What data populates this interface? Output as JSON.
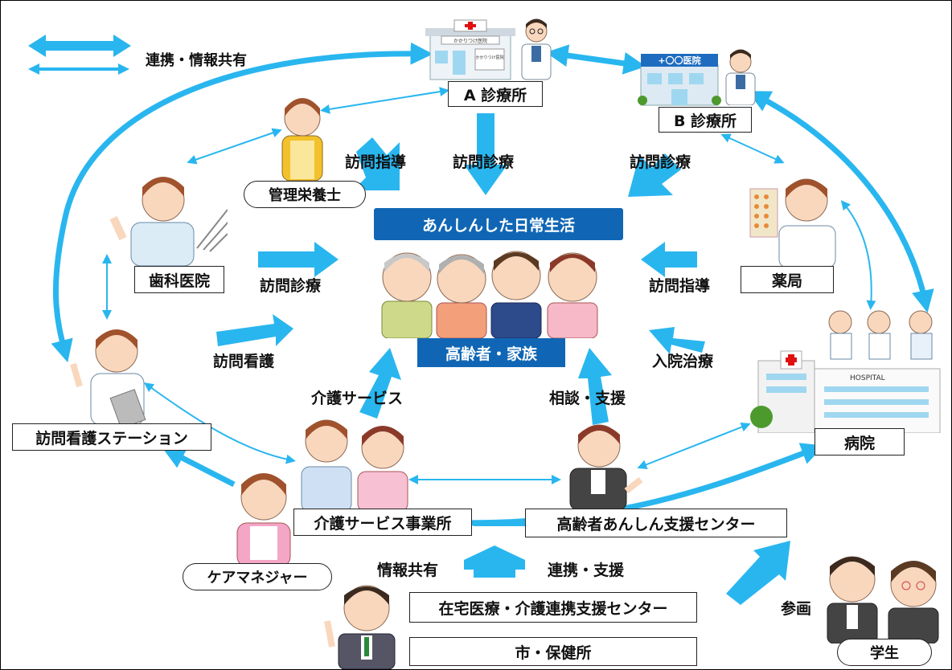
{
  "legend": {
    "label": "連携・情報共有"
  },
  "center": {
    "banner": "あんしんした日常生活",
    "family_label": "高齢者・家族"
  },
  "nodes": {
    "clinic_a": "A 診療所",
    "clinic_b": "B 診療所",
    "dietitian": "管理栄養士",
    "dental": "歯科医院",
    "pharmacy": "薬局",
    "nursing_station": "訪問看護ステーション",
    "hospital": "病院",
    "care_office": "介護サービス事業所",
    "support_center": "高齢者あんしん支援センター",
    "care_manager": "ケアマネジャー",
    "home_medical_center": "在宅医療・介護連携支援センター",
    "city_health": "市・保健所",
    "students": "学生"
  },
  "arrow_labels": {
    "visit_guidance_left": "訪問指導",
    "visit_medical_top": "訪問診療",
    "visit_medical_right": "訪問診療",
    "visit_medical_dental": "訪問診療",
    "visit_guidance_pharmacy": "訪問指導",
    "visit_nursing": "訪問看護",
    "hospitalization": "入院治療",
    "care_service": "介護サービス",
    "consult_support": "相談・支援",
    "info_share": "情報共有",
    "coop_support": "連携・支援",
    "participation": "参画"
  },
  "signs": {
    "kakaritsuke": "かかりつけ医院",
    "kakaritsuke_small": "かかりつけ医院",
    "oo_clinic": "+〇〇医院",
    "hospital_sign": "HOSPITAL"
  },
  "colors": {
    "arrow": "#29b6ef",
    "banner": "#1066b4"
  }
}
